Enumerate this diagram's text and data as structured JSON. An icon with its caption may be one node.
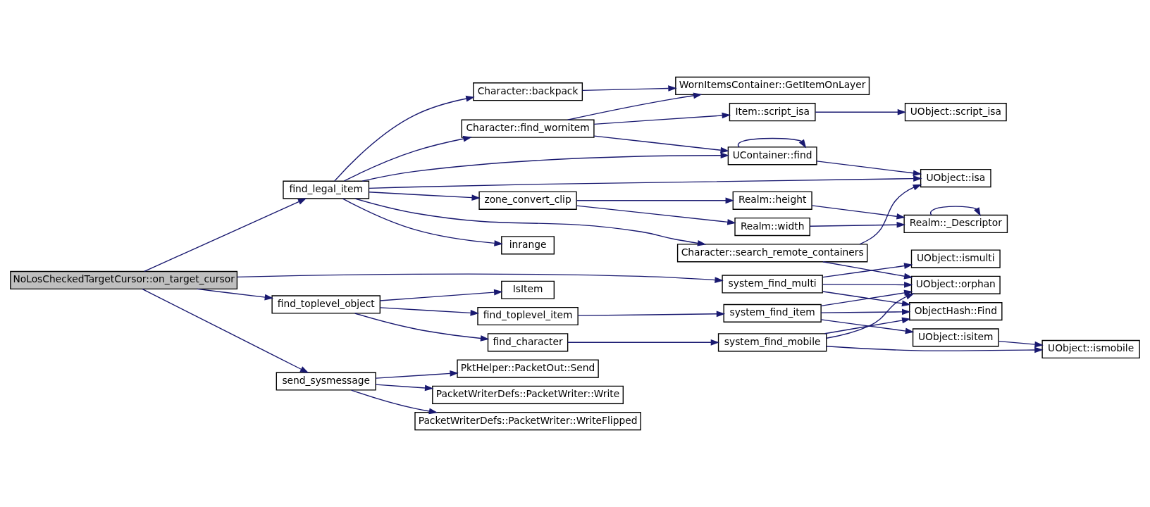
{
  "diagram": {
    "nodes": [
      {
        "text": [
          "NoLosCheckedTargetCursor::on_target_cursor"
        ]
      },
      {
        "text": [
          "find_legal_item"
        ]
      },
      {
        "text": [
          "find_toplevel_object"
        ]
      },
      {
        "text": [
          "system_find_multi"
        ]
      },
      {
        "text": [
          "send_sysmessage"
        ]
      },
      {
        "text": [
          "Character::backpack"
        ]
      },
      {
        "text": [
          "Character::find_wornitem"
        ]
      },
      {
        "text": [
          "UContainer::find"
        ]
      },
      {
        "text": [
          "UObject::isa"
        ]
      },
      {
        "text": [
          "zone_convert_clip"
        ]
      },
      {
        "text": [
          "inrange"
        ]
      },
      {
        "text": [
          "Character::search_remote_containers"
        ]
      },
      {
        "text": [
          "WornItemsContainer::GetItemOnLayer"
        ]
      },
      {
        "text": [
          "Item::script_isa"
        ]
      },
      {
        "text": [
          "UObject::script_isa"
        ]
      },
      {
        "text": [
          "Realm::height"
        ]
      },
      {
        "text": [
          "Realm::width"
        ]
      },
      {
        "text": [
          "Realm::_Descriptor"
        ]
      },
      {
        "text": [
          "UObject::orphan"
        ]
      },
      {
        "text": [
          "find_toplevel_item"
        ]
      },
      {
        "text": [
          "IsItem"
        ]
      },
      {
        "text": [
          "find_character"
        ]
      },
      {
        "text": [
          "system_find_item"
        ]
      },
      {
        "text": [
          "system_find_mobile"
        ]
      },
      {
        "text": [
          "UObject::isitem"
        ]
      },
      {
        "text": [
          "UObject::ismobile"
        ]
      },
      {
        "text": [
          "ObjectHash::Find"
        ]
      },
      {
        "text": [
          "UObject::ismulti"
        ]
      },
      {
        "text": [
          "PktHelper::PacketOut::Send"
        ]
      },
      {
        "text": [
          "PacketWriterDefs::PacketWriter::Write"
        ]
      },
      {
        "text": [
          "PacketWriterDefs::PacketWriter::WriteFlipped"
        ]
      }
    ],
    "edges": [
      {
        "from": 0,
        "to": 1,
        "arrow": "to"
      },
      {
        "from": 0,
        "to": 2,
        "arrow": "to"
      },
      {
        "from": 0,
        "to": 3,
        "arrow": "to"
      },
      {
        "from": 0,
        "to": 4,
        "arrow": "to"
      },
      {
        "from": 1,
        "to": 5,
        "arrow": "to"
      },
      {
        "from": 1,
        "to": 6,
        "arrow": "to"
      },
      {
        "from": 1,
        "to": 7,
        "arrow": "to"
      },
      {
        "from": 1,
        "to": 8,
        "arrow": "to"
      },
      {
        "from": 1,
        "to": 9,
        "arrow": "to"
      },
      {
        "from": 1,
        "to": 10,
        "arrow": "to"
      },
      {
        "from": 1,
        "to": 11,
        "arrow": "to"
      },
      {
        "from": 5,
        "to": 12,
        "arrow": "to"
      },
      {
        "from": 6,
        "to": 12,
        "arrow": "to"
      },
      {
        "from": 6,
        "to": 13,
        "arrow": "to"
      },
      {
        "from": 6,
        "to": 7,
        "arrow": "to"
      },
      {
        "from": 13,
        "to": 14,
        "arrow": "to"
      },
      {
        "from": 7,
        "to": 7,
        "arrow": "to"
      },
      {
        "from": 7,
        "to": 8,
        "arrow": "to"
      },
      {
        "from": 9,
        "to": 15,
        "arrow": "to"
      },
      {
        "from": 9,
        "to": 16,
        "arrow": "to"
      },
      {
        "from": 15,
        "to": 17,
        "arrow": "to"
      },
      {
        "from": 16,
        "to": 17,
        "arrow": "to"
      },
      {
        "from": 17,
        "to": 17,
        "arrow": "to"
      },
      {
        "from": 11,
        "to": 8,
        "arrow": "to"
      },
      {
        "from": 11,
        "to": 18,
        "arrow": "to"
      },
      {
        "from": 2,
        "to": 19,
        "arrow": "to"
      },
      {
        "from": 2,
        "to": 20,
        "arrow": "to"
      },
      {
        "from": 2,
        "to": 21,
        "arrow": "to"
      },
      {
        "from": 19,
        "to": 22,
        "arrow": "to"
      },
      {
        "from": 22,
        "to": 24,
        "arrow": "to"
      },
      {
        "from": 22,
        "to": 18,
        "arrow": "to"
      },
      {
        "from": 22,
        "to": 26,
        "arrow": "to"
      },
      {
        "from": 21,
        "to": 23,
        "arrow": "to"
      },
      {
        "from": 23,
        "to": 18,
        "arrow": "to"
      },
      {
        "from": 23,
        "to": 25,
        "arrow": "to"
      },
      {
        "from": 23,
        "to": 26,
        "arrow": "to"
      },
      {
        "from": 3,
        "to": 18,
        "arrow": "to"
      },
      {
        "from": 3,
        "to": 26,
        "arrow": "to"
      },
      {
        "from": 3,
        "to": 27,
        "arrow": "to"
      },
      {
        "from": 24,
        "to": 25,
        "arrow": "to"
      },
      {
        "from": 4,
        "to": 28,
        "arrow": "to"
      },
      {
        "from": 4,
        "to": 29,
        "arrow": "to"
      },
      {
        "from": 4,
        "to": 30,
        "arrow": "to"
      }
    ]
  }
}
